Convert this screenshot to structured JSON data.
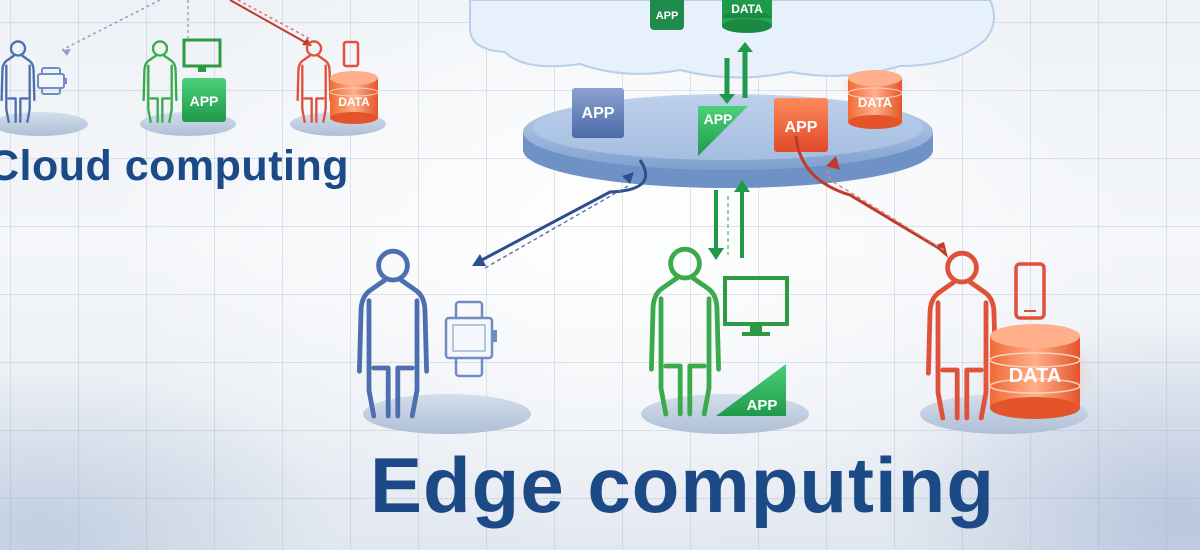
{
  "titles": {
    "cloud": "Cloud computing",
    "edge": "Edge computing"
  },
  "labels": {
    "app": "APP",
    "data": "DATA"
  },
  "colors": {
    "title_blue": "#1b4a86",
    "blue": "#4d6fb0",
    "green": "#3aaa4b",
    "red": "#e0513a",
    "platform": "#9db8de",
    "cloud": "#e7f1fb"
  },
  "icons": [
    "person-icon",
    "smartwatch-icon",
    "monitor-icon",
    "smartphone-icon",
    "app-tile-icon",
    "database-icon",
    "cloud-icon",
    "edge-platform"
  ]
}
